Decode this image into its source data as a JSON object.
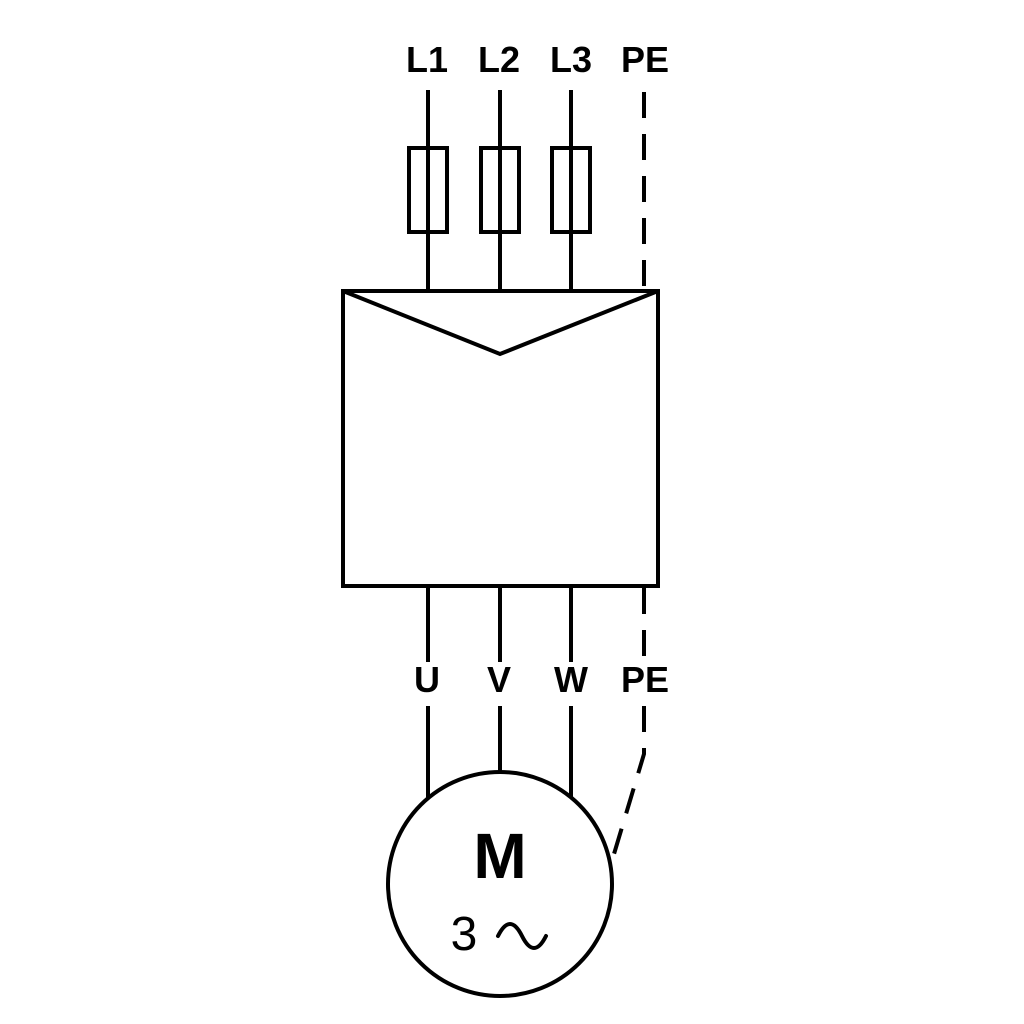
{
  "diagram": {
    "kind": "three-phase-motor-wiring-diagram",
    "top_terminals": [
      {
        "label": "L1"
      },
      {
        "label": "L2"
      },
      {
        "label": "L3"
      },
      {
        "label": "PE"
      }
    ],
    "output_terminals": [
      {
        "label": "U"
      },
      {
        "label": "V"
      },
      {
        "label": "W"
      },
      {
        "label": "PE"
      }
    ],
    "motor": {
      "designation": "M",
      "phases": "3",
      "ac_symbol": "∼"
    },
    "colors": {
      "line": "#000000",
      "background": "#ffffff"
    }
  }
}
